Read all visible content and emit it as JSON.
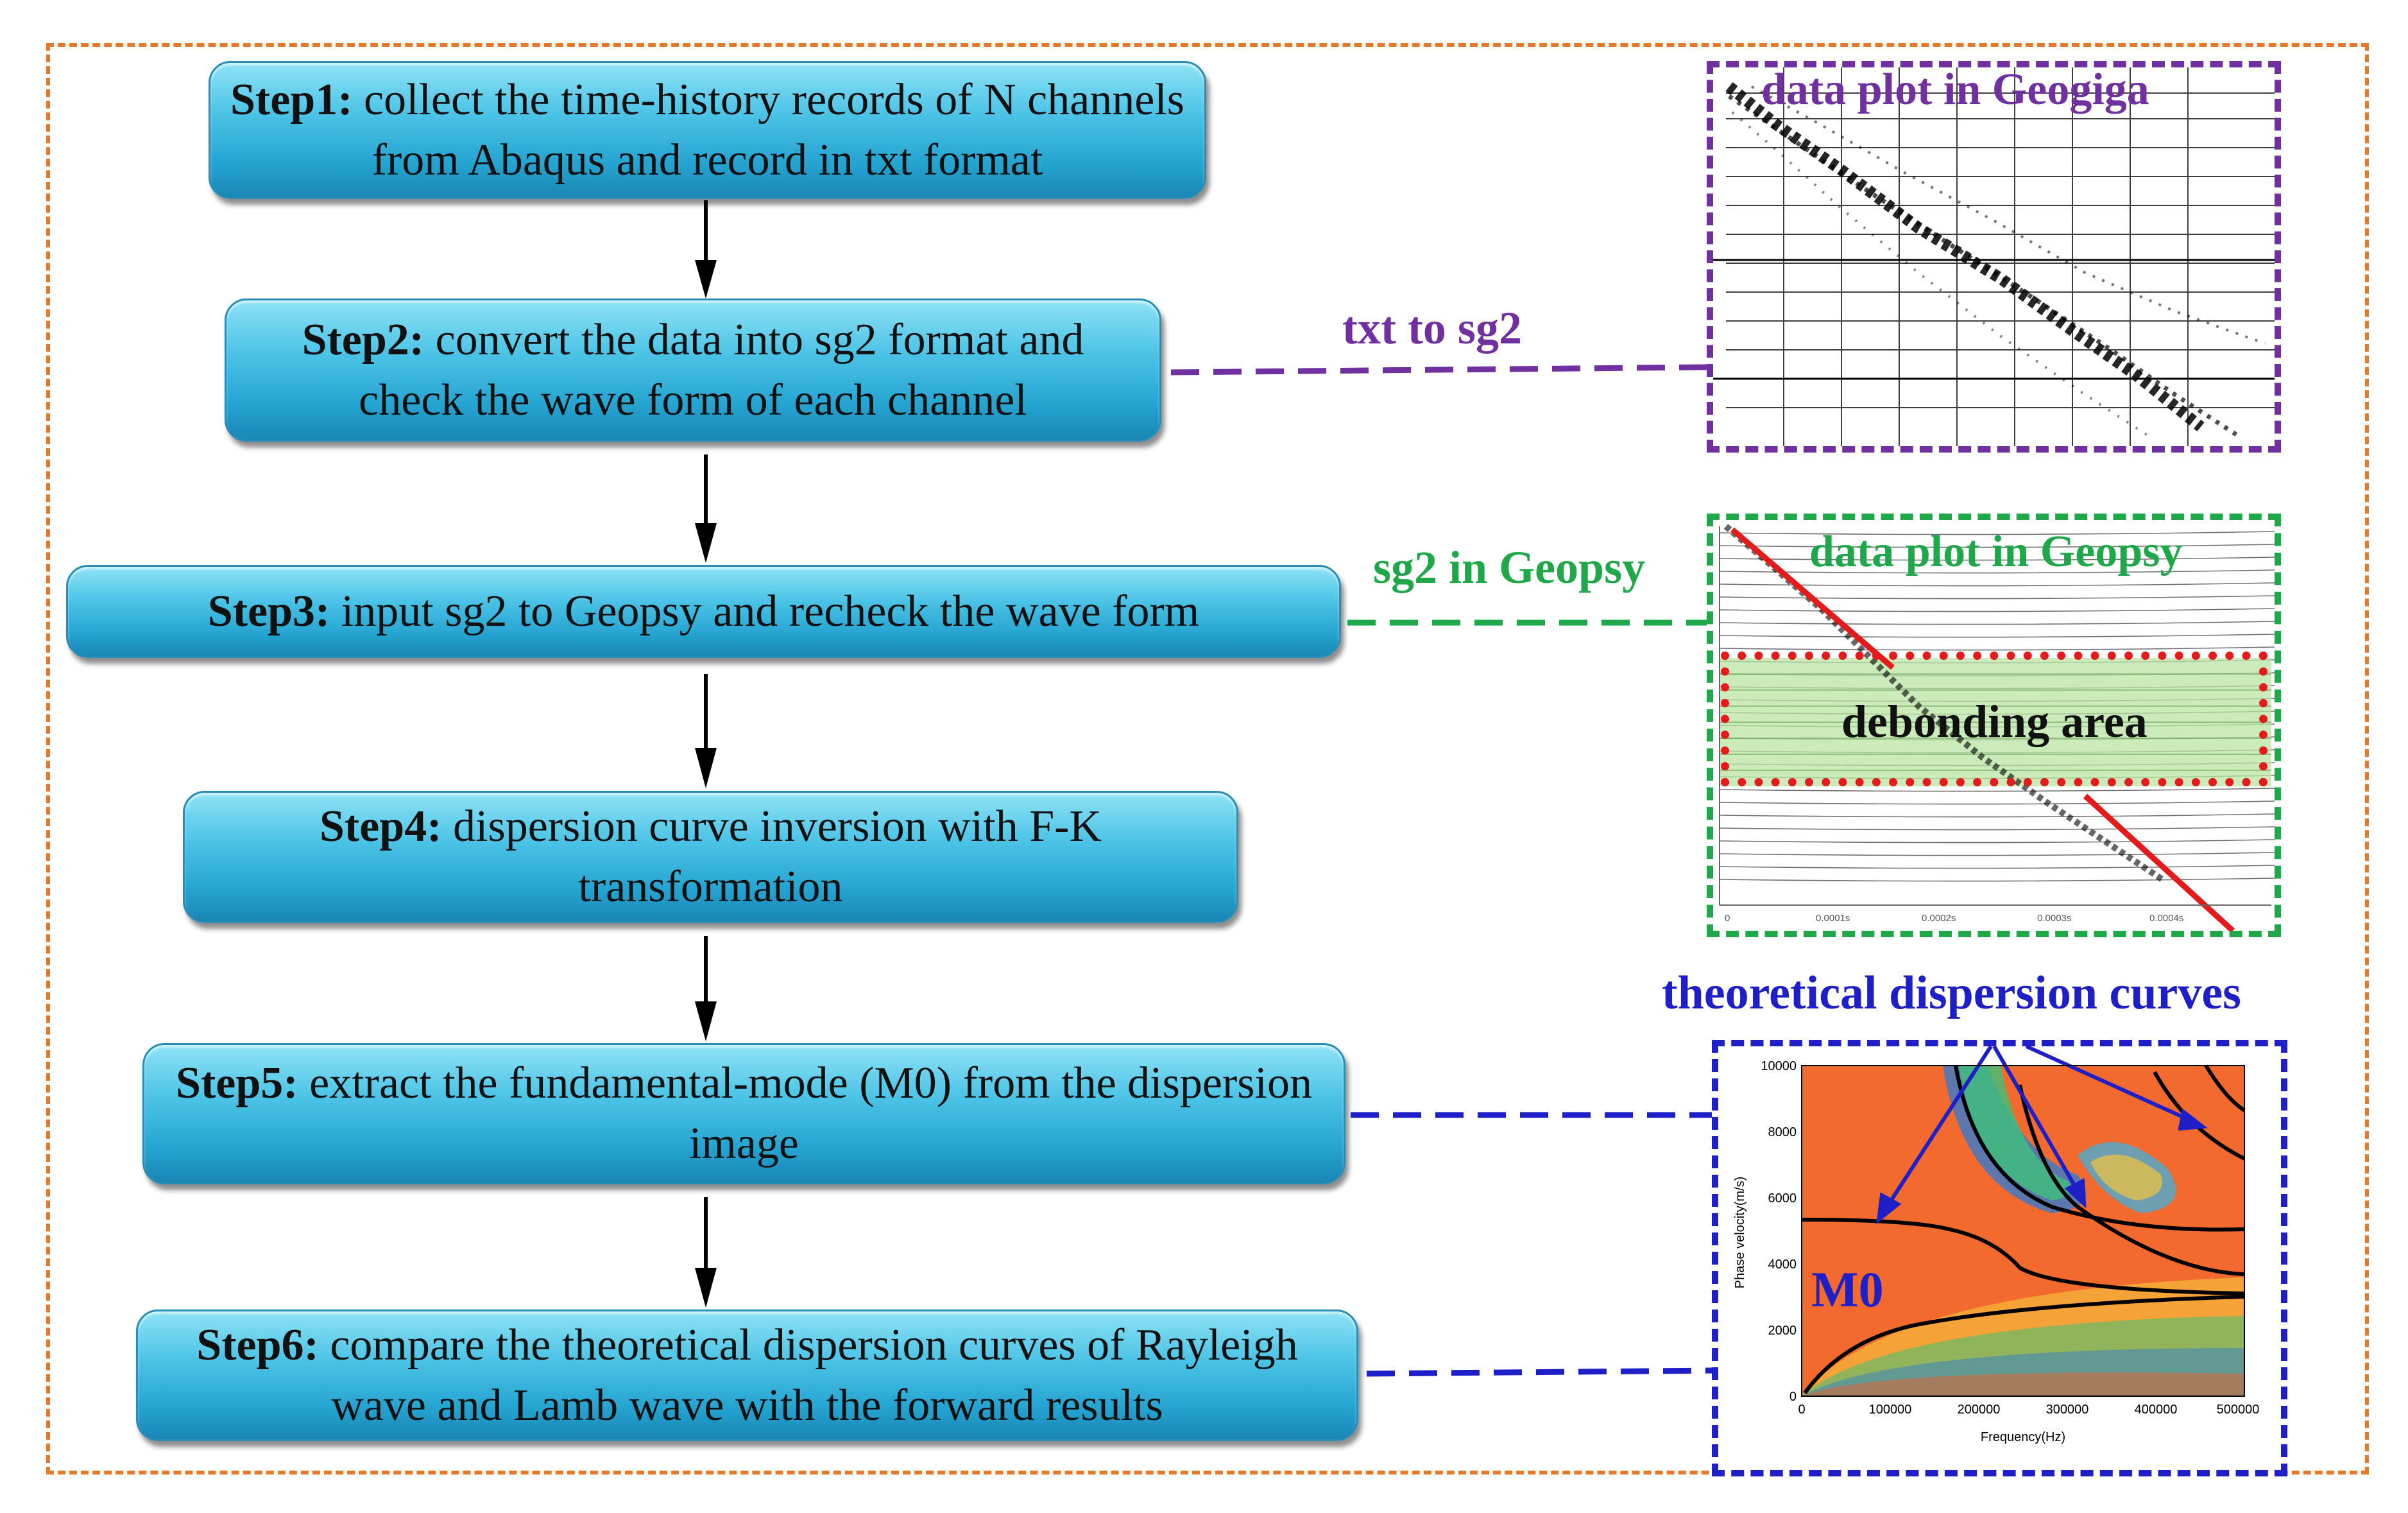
{
  "steps": [
    {
      "id": "Step1:",
      "text": " collect the time-history records of N channels from Abaqus and record in txt format"
    },
    {
      "id": "Step2:",
      "text": " convert the data into sg2 format and check the wave form of each channel"
    },
    {
      "id": "Step3:",
      "text": " input sg2 to Geopsy and recheck the wave form"
    },
    {
      "id": "Step4:",
      "text": " dispersion curve inversion with F-K transformation"
    },
    {
      "id": "Step5:",
      "text": " extract the fundamental-mode (M0) from the dispersion image"
    },
    {
      "id": "Step6:",
      "text": " compare the theoretical dispersion curves of Rayleigh wave and Lamb wave with the forward results"
    }
  ],
  "connectors": {
    "txt_to_sg2": "txt to sg2",
    "sg2_in_geopsy": "sg2 in Geopsy"
  },
  "panels": {
    "geogiga_title": "data plot in Geogiga",
    "geopsy_title": "data plot in Geopsy",
    "debonding_label": "debonding area",
    "geopsy_xticks": [
      "0",
      "0.0001s",
      "0.0002s",
      "0.0003s",
      "0.0004s"
    ],
    "dispersion_title": "theoretical dispersion curves",
    "dispersion_mode_label": "M0",
    "dispersion_ylabel": "Phase velocity(m/s)",
    "dispersion_xlabel": "Frequency(Hz)",
    "dispersion_yticks": [
      "0",
      "2000",
      "4000",
      "6000",
      "8000",
      "10000"
    ],
    "dispersion_xticks": [
      "0",
      "100000",
      "200000",
      "300000",
      "400000",
      "500000"
    ]
  },
  "colors": {
    "frame": "#E4792B",
    "purple": "#7030A0",
    "green": "#1FA84A",
    "blue": "#1F1FC8",
    "red": "#E41B1B",
    "step_fill": "#3DB8E0"
  }
}
